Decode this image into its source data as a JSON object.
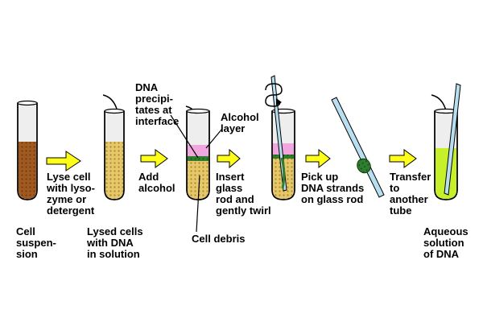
{
  "colors": {
    "background": "#ffffff",
    "tube_glass": "#e6e6e6",
    "tube_outline": "#000000",
    "cell_suspension": "#a05a20",
    "lysed_solution": "#e6c76a",
    "alcohol_layer": "#f2a6df",
    "dna_precipitate": "#2f7d2f",
    "aqueous_dna": "#c6f02a",
    "arrow_fill": "#ffff1a",
    "glass_rod": "#b8dff0"
  },
  "icons": {
    "process_arrow": "yellow-right-arrow-icon",
    "swirl_arrow": "curved-arrow-icon",
    "dna_spool": "coiled-dna-strand-icon"
  },
  "labels": {
    "cell_suspension": "Cell\nsuspen-\nsion",
    "lyse_step": "Lyse cell\nwith lyso-\nzyme or\ndetergent",
    "lysed_cells": "Lysed cells\nwith DNA\nin solution",
    "add_alcohol": "Add\nalcohol",
    "dna_precipitates": "DNA\nprecipi-\ntates at\ninterface",
    "alcohol_layer": "Alcohol\nlayer",
    "cell_debris": "Cell debris",
    "insert_rod": "Insert\nglass\nrod and\ngently twirl",
    "pick_up_dna": "Pick up\nDNA strands\non glass rod",
    "transfer": "Transfer\nto\nanother\ntube",
    "aqueous_dna": "Aqueous\nsolution\nof DNA"
  }
}
